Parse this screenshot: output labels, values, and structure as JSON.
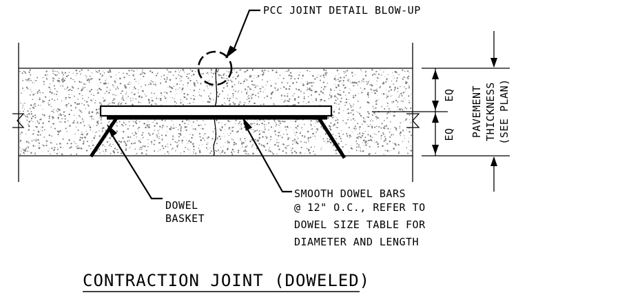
{
  "callouts": {
    "blowup": "PCC JOINT DETAIL BLOW-UP",
    "dowel_basket": [
      "DOWEL",
      "BASKET"
    ],
    "dowel_bars": [
      "SMOOTH DOWEL BARS",
      "@ 12\" O.C., REFER TO",
      "DOWEL SIZE TABLE FOR",
      "DIAMETER AND LENGTH"
    ]
  },
  "dimensions": {
    "eq_top": "EQ",
    "eq_bottom": "EQ",
    "thickness": [
      "PAVEMENT",
      "THICKNESS",
      "(SEE PLAN)"
    ]
  },
  "title": "CONTRACTION JOINT (DOWELED)",
  "colors": {
    "line": "#000000",
    "background": "#ffffff",
    "aggregate": "#7a7a7a"
  }
}
